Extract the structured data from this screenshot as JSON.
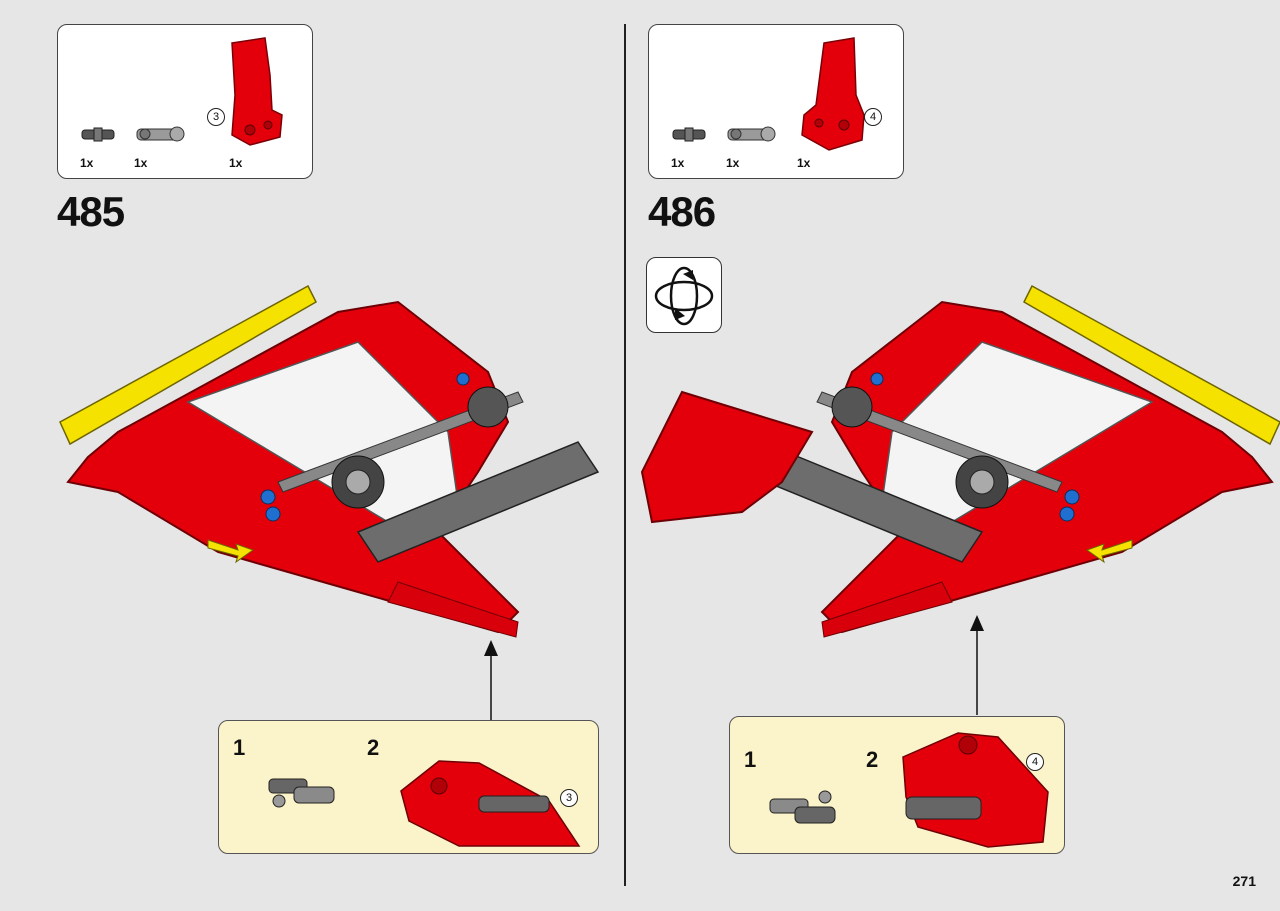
{
  "page_number": "271",
  "steps": [
    {
      "number": "485",
      "parts": [
        {
          "qty": "1x",
          "name": "connector-peg-icon"
        },
        {
          "qty": "1x",
          "name": "axle-pin-icon"
        },
        {
          "qty": "1x",
          "name": "red-panel-icon"
        }
      ],
      "parts_callout": "3",
      "substeps": [
        "1",
        "2"
      ],
      "sub_callout": "3"
    },
    {
      "number": "486",
      "parts": [
        {
          "qty": "1x",
          "name": "connector-peg-icon"
        },
        {
          "qty": "1x",
          "name": "axle-pin-icon"
        },
        {
          "qty": "1x",
          "name": "red-panel-icon"
        }
      ],
      "parts_callout": "4",
      "substeps": [
        "1",
        "2"
      ],
      "sub_callout": "4",
      "rotate_icon": "rotate-model-icon"
    }
  ],
  "colors": {
    "background": "#e6e6e6",
    "subassembly_bg": "#fbf3c9",
    "brick_red": "#e3000b",
    "brick_yellow": "#f5e200",
    "brick_white": "#f7f7f7",
    "brick_gray": "#8a8a8a",
    "brick_blue": "#1f6fd1"
  }
}
